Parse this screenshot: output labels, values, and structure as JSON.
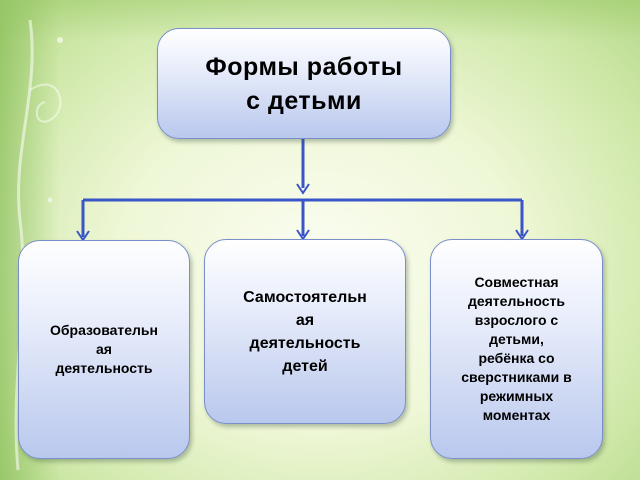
{
  "diagram": {
    "root": {
      "title": "Формы работы\nс детьми"
    },
    "children": [
      {
        "label": "Образовательн\nая\nдеятельность"
      },
      {
        "label": "Самостоятельн\nая\nдеятельность\nдетей"
      },
      {
        "label": "Совместная\nдеятельность\nвзрослого с\nдетьми,\nребёнка со\nсверстниками в\nрежимных\nмоментах"
      }
    ]
  },
  "colors": {
    "connector": "#3a55c8",
    "box_border": "#7a8fc9",
    "background": "#eef7d6"
  }
}
